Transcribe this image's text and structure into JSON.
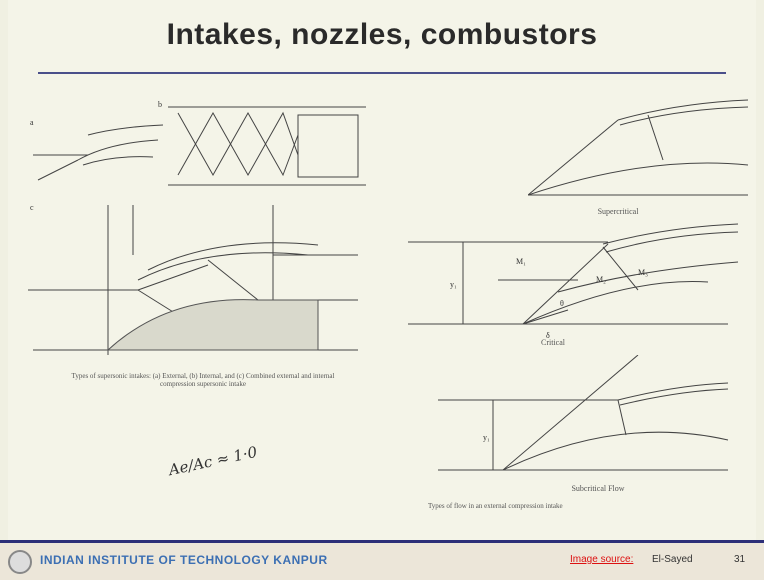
{
  "slide": {
    "title": "Intakes, nozzles, combustors"
  },
  "figures": {
    "left_caption_line1": "Types of supersonic intakes: (a) External, (b) Internal, and (c) Combined external and internal",
    "left_caption_line2": "compression supersonic intake",
    "supercritical_label": "Supercritical",
    "critical_label": "Critical",
    "subcritical_label": "Subcritical Flow",
    "right_caption": "Types of flow in an external compression intake"
  },
  "handwriting": {
    "note": "Ae/Ac ≈ 1·0"
  },
  "footer": {
    "institute": "INDIAN INSTITUTE OF TECHNOLOGY KANPUR",
    "source_label": "Image source:",
    "source_name": "El-Sayed",
    "page_number": "31"
  },
  "colors": {
    "rule": "#4a4f8a",
    "footer_bar": "#2d2f78",
    "institute_text": "#3c6fb3",
    "source_label": "#dd1111"
  }
}
